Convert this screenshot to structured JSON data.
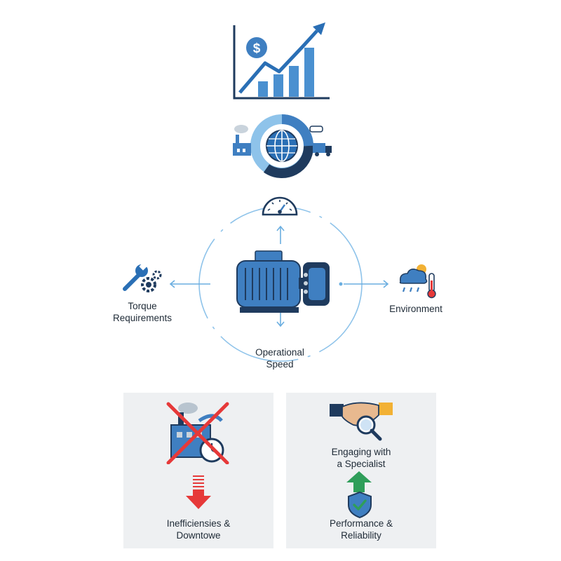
{
  "colors": {
    "primary_blue": "#3f7fc1",
    "light_blue": "#8ec3ea",
    "navy": "#1f3b5e",
    "red": "#e63939",
    "green": "#2f9e5a",
    "gold": "#f2b134",
    "panel_bg": "#eef0f2"
  },
  "icons": [
    "growth-chart-dollar-icon",
    "global-supply-chain-icon",
    "speedometer-gauge-icon",
    "wrench-gear-icon",
    "electric-motor-icon",
    "weather-thermometer-icon",
    "crossed-out-factory-icon",
    "down-arrow-icon",
    "handshake-magnifier-icon",
    "up-arrow-icon",
    "shield-check-icon"
  ],
  "diagram": {
    "left_label_line1": "Torque",
    "left_label_line2": "Requirements",
    "right_label": "Environment",
    "bottom_label_line1": "Operational",
    "bottom_label_line2": "Speed"
  },
  "panels": {
    "left": {
      "label_line1": "Inefficiensies &",
      "label_line2": "Downtowe"
    },
    "right": {
      "label_top_line1": "Engaging with",
      "label_top_line2": "a Specialist",
      "label_bottom_line1": "Performance &",
      "label_bottom_line2": "Reliability"
    }
  }
}
